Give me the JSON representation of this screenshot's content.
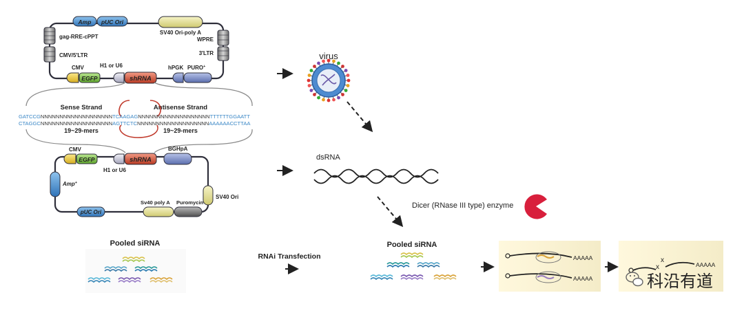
{
  "colors": {
    "line": "#2e2e3a",
    "amp": "#4a8fd0",
    "puc": "#4a8fd0",
    "sv40": "#e2df9a",
    "gray": "#9a9a9a",
    "wpre": "#a8a8a8",
    "cmv": "#f0d040",
    "egfp": "#7cc443",
    "h1": "#c8c8d8",
    "shrna": "#d55b42",
    "hpgk": "#7a8aa8",
    "puro": "#7d8fc4",
    "bgh": "#6b78b4",
    "puromycin": "#777777",
    "pacman": "#d81f3c",
    "seq_blue": "#3a87c6",
    "loop": "#c0392b"
  },
  "vector1": {
    "amp": "Amp",
    "puc": "pUC Ori",
    "sv40": "SV40 Ori-poly A",
    "gag": "gag-RRE-cPPT",
    "cmv5": "CMV/5'LTR",
    "wpre": "WPRE",
    "ltr3": "3'LTR",
    "cmv": "CMV",
    "egfp": "EGFP",
    "h1u6": "H1 or U6",
    "shrna": "shRNA",
    "hpgk": "hPGK",
    "puro": "PURO",
    "puro_sup": "+"
  },
  "hairpin": {
    "sense": "Sense Strand",
    "antisense": "Antisense  Strand",
    "top_left": "GATCCG",
    "top_n1": "NNNNNNNNNNNNNNNNNNN",
    "top_loop": "TCAAGAG",
    "top_n2": "NNNNNNNNNNNNNNNNNNN",
    "top_right": "TTTTTTGGAATT",
    "bot_left": "CTAGGC",
    "bot_n1": "NNNNNNNNNNNNNNNNNNN",
    "bot_loop": "AGTTCTC",
    "bot_n2": "NNNNNNNNNNNNNNNNNNN",
    "bot_right": "AAAAAACCTTAA",
    "mers": "19~29-mers"
  },
  "vector2": {
    "cmv": "CMV",
    "egfp": "EGFP",
    "h1u6": "H1 or U6",
    "shrna": "shRNA",
    "bgh": "BGHpA",
    "amp": "Amp",
    "amp_sup": "+",
    "sv40ori": "SV40 Ori",
    "puc": "pUC Ori",
    "sv40polya": "Sv40 poly A",
    "puromycin": "Puromycin"
  },
  "pathway": {
    "virus": "virus",
    "dsrna": "dsRNA",
    "dicer": "Dicer (RNase III type) enzyme",
    "pooled_left": "Pooled siRNA",
    "transfection": "RNAi  Transfection",
    "pooled_right": "Pooled siRNA",
    "polya": "AAAAA"
  },
  "watermark": {
    "text": "科沿有道"
  }
}
